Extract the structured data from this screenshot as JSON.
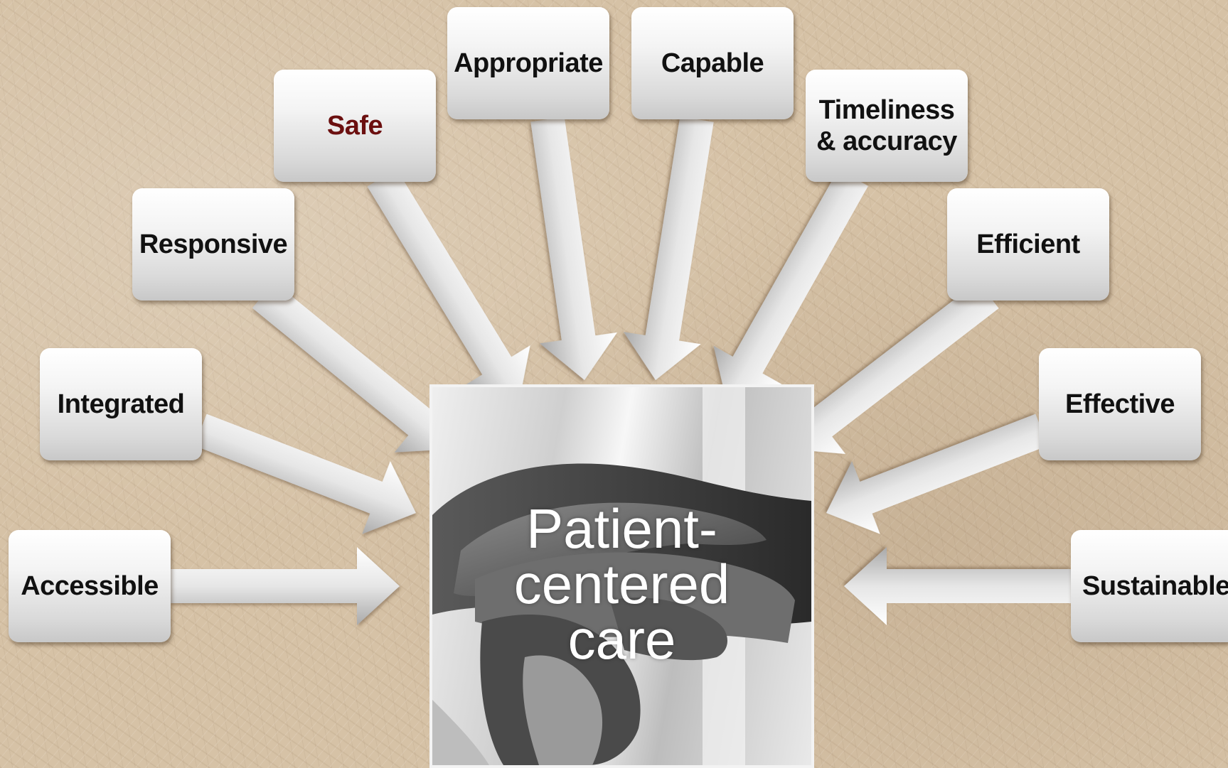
{
  "diagram": {
    "center": {
      "label": "Patient-\ncentered\ncare",
      "image": "holding-hands-photo"
    },
    "nodes": [
      {
        "id": "accessible",
        "label": "Accessible",
        "color": "#111111"
      },
      {
        "id": "integrated",
        "label": "Integrated",
        "color": "#111111"
      },
      {
        "id": "responsive",
        "label": "Responsive",
        "color": "#111111"
      },
      {
        "id": "safe",
        "label": "Safe",
        "color": "#6b0f0f"
      },
      {
        "id": "appropriate",
        "label": "Appropriate",
        "color": "#111111"
      },
      {
        "id": "capable",
        "label": "Capable",
        "color": "#111111"
      },
      {
        "id": "timeliness",
        "label": "Timeliness\n& accuracy",
        "color": "#111111"
      },
      {
        "id": "efficient",
        "label": "Efficient",
        "color": "#111111"
      },
      {
        "id": "effective",
        "label": "Effective",
        "color": "#111111"
      },
      {
        "id": "sustainable",
        "label": "Sustainable",
        "color": "#111111"
      }
    ],
    "edges": [
      {
        "from": "accessible",
        "to": "center"
      },
      {
        "from": "integrated",
        "to": "center"
      },
      {
        "from": "responsive",
        "to": "center"
      },
      {
        "from": "safe",
        "to": "center"
      },
      {
        "from": "appropriate",
        "to": "center"
      },
      {
        "from": "capable",
        "to": "center"
      },
      {
        "from": "timeliness",
        "to": "center"
      },
      {
        "from": "efficient",
        "to": "center"
      },
      {
        "from": "effective",
        "to": "center"
      },
      {
        "from": "sustainable",
        "to": "center"
      }
    ]
  }
}
